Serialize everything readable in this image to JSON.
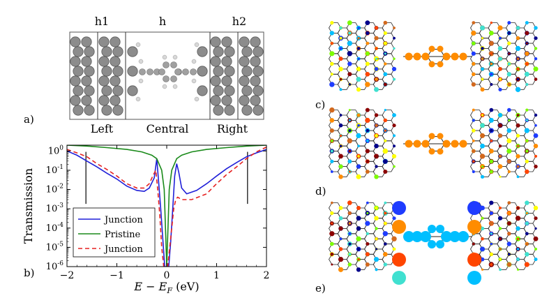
{
  "panel_a": {
    "label": "a)",
    "top_labels": [
      "h1",
      "h",
      "h2"
    ],
    "bottom_labels": [
      "Left",
      "Central",
      "Right"
    ]
  },
  "panel_b": {
    "label": "b)"
  },
  "panels_right": {
    "labels": [
      "c)",
      "d)",
      "e)"
    ]
  },
  "chart_data": {
    "type": "line",
    "xlabel": "E − E_F (eV)",
    "ylabel": "Transmission",
    "xlim": [
      -2,
      2
    ],
    "ylim": [
      1e-06,
      2
    ],
    "yscale": "log",
    "x_ticks": [
      "−2",
      "−1",
      "0",
      "1",
      "2"
    ],
    "y_ticks": [
      "10^0",
      "10^-1",
      "10^-2",
      "10^-3",
      "10^-4",
      "10^-5",
      "10^-6"
    ],
    "grid": false,
    "legend_position": "lower-left",
    "vertical_lines_x": [
      -1.62,
      1.62
    ],
    "series": [
      {
        "name": "Junction",
        "color": "#1f1fd8",
        "dash": "solid",
        "x": [
          -2.0,
          -1.8,
          -1.6,
          -1.4,
          -1.2,
          -1.0,
          -0.8,
          -0.6,
          -0.45,
          -0.35,
          -0.25,
          -0.2,
          -0.16,
          -0.12,
          -0.08,
          -0.04,
          0.0,
          0.04,
          0.08,
          0.12,
          0.16,
          0.2,
          0.24,
          0.3,
          0.4,
          0.6,
          0.8,
          1.0,
          1.2,
          1.4,
          1.6,
          1.8,
          2.0
        ],
        "y": [
          1.0,
          0.6,
          0.3,
          0.15,
          0.07,
          0.035,
          0.015,
          0.009,
          0.008,
          0.012,
          0.04,
          0.4,
          0.02,
          0.001,
          3e-05,
          1e-06,
          1e-06,
          1e-06,
          2e-05,
          0.001,
          0.05,
          0.22,
          0.08,
          0.012,
          0.006,
          0.009,
          0.02,
          0.05,
          0.12,
          0.25,
          0.5,
          0.8,
          1.2
        ]
      },
      {
        "name": "Pristine",
        "color": "#1a8a1a",
        "dash": "solid",
        "x": [
          -2.0,
          -1.6,
          -1.2,
          -0.8,
          -0.5,
          -0.3,
          -0.2,
          -0.1,
          -0.05,
          0.0,
          0.05,
          0.1,
          0.2,
          0.3,
          0.5,
          0.8,
          1.2,
          1.6,
          2.0
        ],
        "y": [
          2.0,
          1.8,
          1.5,
          1.2,
          0.9,
          0.6,
          0.4,
          0.1,
          0.01,
          1e-06,
          0.01,
          0.1,
          0.4,
          0.6,
          0.9,
          1.2,
          1.5,
          1.8,
          2.0
        ]
      },
      {
        "name": "Junction",
        "color": "#e62020",
        "dash": "dashed",
        "x": [
          -2.0,
          -1.8,
          -1.6,
          -1.4,
          -1.2,
          -1.0,
          -0.8,
          -0.6,
          -0.45,
          -0.35,
          -0.28,
          -0.22,
          -0.18,
          -0.14,
          -0.1,
          -0.06,
          -0.02,
          0.0,
          0.02,
          0.06,
          0.1,
          0.14,
          0.18,
          0.22,
          0.3,
          0.5,
          0.8,
          1.0,
          1.2,
          1.4,
          1.6,
          1.8,
          2.0
        ],
        "y": [
          1.2,
          0.8,
          0.5,
          0.22,
          0.11,
          0.05,
          0.02,
          0.012,
          0.012,
          0.02,
          0.05,
          0.1,
          0.01,
          0.0005,
          1e-05,
          1e-06,
          1e-06,
          1e-06,
          1e-06,
          1e-05,
          0.0001,
          0.001,
          0.003,
          0.004,
          0.003,
          0.003,
          0.006,
          0.02,
          0.06,
          0.15,
          0.4,
          0.9,
          1.6
        ]
      }
    ]
  }
}
